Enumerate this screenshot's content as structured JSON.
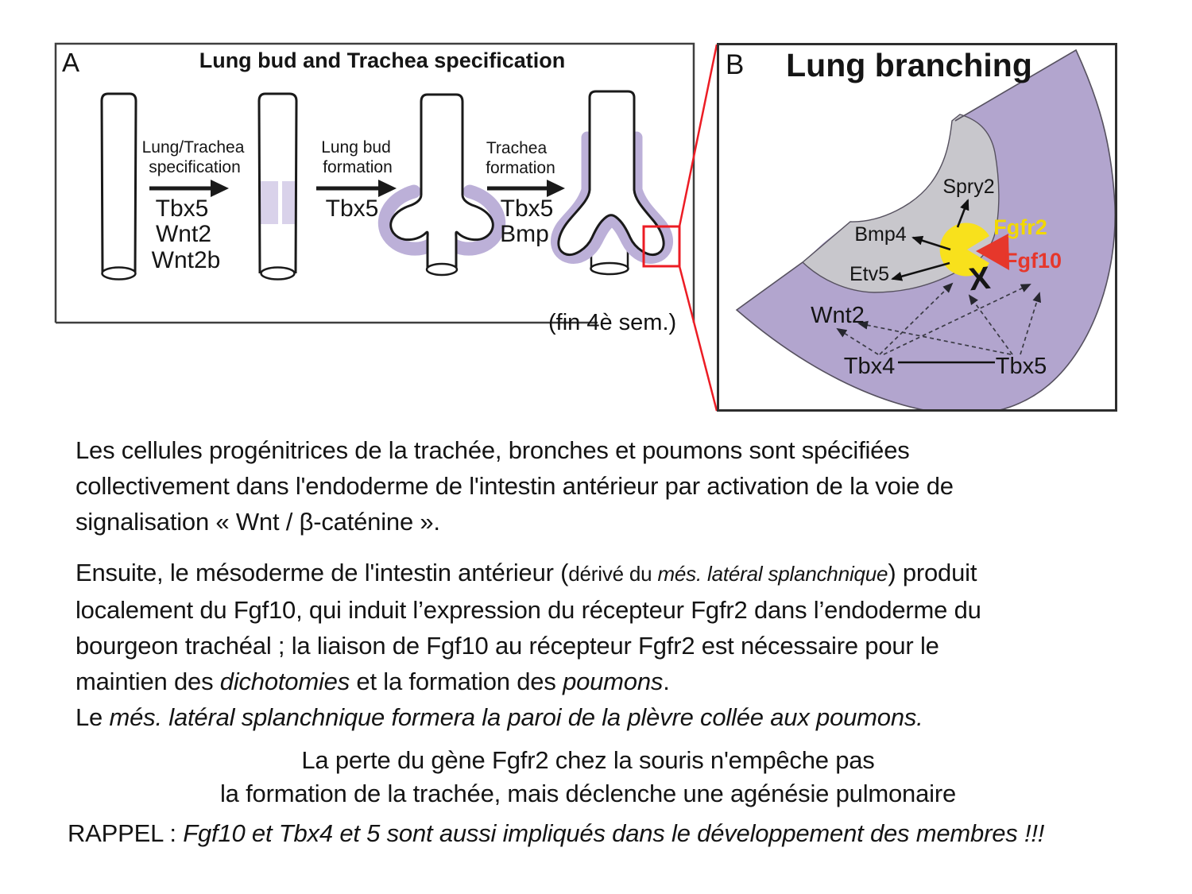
{
  "colors": {
    "purple": "#b2a5ce",
    "purple_light": "#bcb0d8",
    "purple_pale": "#d9d2ea",
    "gray_band": "#c8c7cc",
    "yellow": "#f8e11c",
    "yellow_text": "#f2d800",
    "red": "#e6372b",
    "red_line": "#ec1c24",
    "ink": "#1a1a1a",
    "outline": "#56515f"
  },
  "panel_a": {
    "label": "A",
    "title": "Lung bud and Trachea specification",
    "caption": "(fin 4è sem.)",
    "steps": [
      {
        "line1": "Lung/Trachea",
        "line2": "specification",
        "genes": [
          "Tbx5",
          "Wnt2",
          "Wnt2b"
        ]
      },
      {
        "line1": "Lung bud",
        "line2": "formation",
        "genes": [
          "Tbx5"
        ]
      },
      {
        "line1": "Trachea",
        "line2": "formation",
        "genes": [
          "Tbx5",
          "Bmp"
        ]
      }
    ]
  },
  "panel_b": {
    "label": "B",
    "title": "Lung branching",
    "labels": {
      "spry2": "Spry2",
      "bmp4": "Bmp4",
      "etv5": "Etv5",
      "fgfr2": "Fgfr2",
      "fgf10": "Fgf10",
      "wnt2": "Wnt2",
      "tbx4": "Tbx4",
      "tbx5": "Tbx5",
      "x_mark": "X"
    }
  },
  "paragraphs": {
    "p1": {
      "lines": [
        [
          {
            "t": "Les cellules progénitrices de la trachée, bronches et poumons sont spécifiées"
          }
        ],
        [
          {
            "t": "collectivement dans l'endoderme de l'intestin antérieur par activation de la voie de"
          }
        ],
        [
          {
            "t": "signalisation « Wnt / β-caténine »."
          }
        ]
      ]
    },
    "p2": {
      "lines": [
        [
          {
            "t": "Ensuite, le mésoderme de l'intestin antérieur ("
          },
          {
            "t": "dérivé du ",
            "s": "sn"
          },
          {
            "t": "més. latéral splanchnique",
            "s": "si"
          },
          {
            "t": ") produit"
          }
        ],
        [
          {
            "t": "localement du Fgf10, qui induit l’expression du récepteur Fgfr2 dans l’endoderme du"
          }
        ],
        [
          {
            "t": "bourgeon trachéal ; la liaison de Fgf10 au récepteur Fgfr2 est nécessaire pour le"
          }
        ],
        [
          {
            "t": "maintien des "
          },
          {
            "t": "dichotomies",
            "s": "i"
          },
          {
            "t": " et la formation des "
          },
          {
            "t": "poumons",
            "s": "i"
          },
          {
            "t": "."
          }
        ],
        [
          {
            "t": "Le "
          },
          {
            "t": "més. latéral splanchnique formera la paroi de la plèvre collée aux poumons.",
            "s": "i"
          }
        ]
      ]
    },
    "p3": {
      "lines": [
        [
          {
            "t": "La perte du gène Fgfr2 chez la souris n'empêche pas"
          }
        ],
        [
          {
            "t": "la formation de la trachée, mais déclenche une agénésie pulmonaire"
          }
        ]
      ]
    },
    "p4": {
      "lines": [
        [
          {
            "t": "RAPPEL : "
          },
          {
            "t": "Fgf10 et Tbx4 et 5 sont aussi impliqués dans le développement des membres !!!",
            "s": "i"
          }
        ]
      ]
    }
  }
}
